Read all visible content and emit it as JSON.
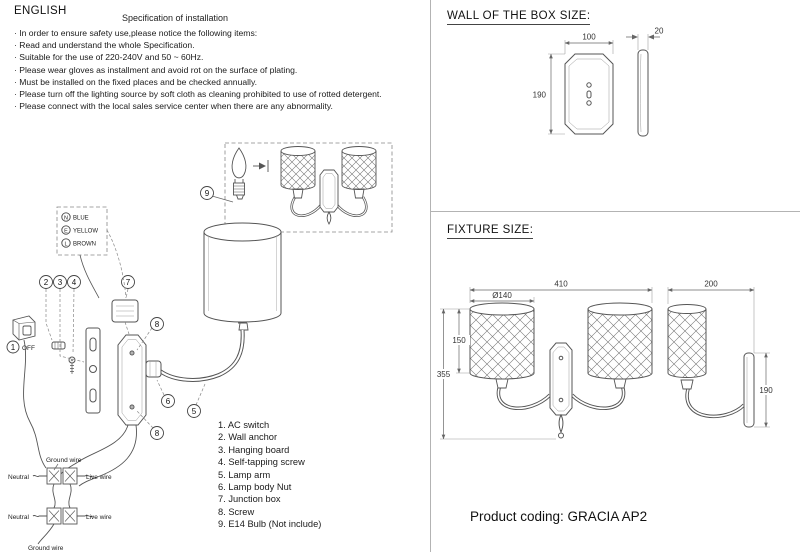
{
  "left": {
    "language": "ENGLISH",
    "spec_title": "Specification of installation",
    "instructions": [
      "· In order to ensure safety use,please notice the following items:",
      "· Read and understand the whole Specification.",
      "· Suitable for the use of 220-240V and 50 ~ 60Hz.",
      "· Please wear gloves as installment and avoid rot on the surface of plating.",
      "· Must be installed on the fixed places and be checked annually.",
      "· Please turn off the lighting source by soft cloth as cleaning prohibited to use of rotted detergent.",
      "· Please connect with the local sales service center when there are any abnormality."
    ],
    "parts": [
      "1. AC switch",
      "2. Wall anchor",
      "3. Hanging board",
      "4. Self-tapping screw",
      "5. Lamp arm",
      "6. Lamp body Nut",
      "7. Junction box",
      "8. Screw",
      "9. E14 Bulb (Not include)"
    ],
    "diagram": {
      "off_label": "OFF",
      "wire_box": {
        "rows": [
          {
            "symbol": "N",
            "label": "BLUE"
          },
          {
            "symbol": "E",
            "label": "YELLOW"
          },
          {
            "symbol": "L",
            "label": "BROWN"
          }
        ]
      },
      "wires": {
        "ground": "Ground wire",
        "neutral": "Neutral",
        "live": "Live wire"
      },
      "callouts": {
        "k1": "1",
        "k2": "2",
        "k3": "3",
        "k4": "4",
        "k5": "5",
        "k6": "6",
        "k7": "7",
        "k8": "8",
        "k9": "9"
      }
    }
  },
  "right": {
    "wall_box": {
      "title": "WALL OF THE BOX SIZE:",
      "dim_width": "100",
      "dim_depth": "20",
      "dim_height": "190"
    },
    "fixture": {
      "title": "FIXTURE SIZE:",
      "dim_width": "410",
      "dim_shade_diameter": "Ø140",
      "dim_shade_height": "150",
      "dim_total_height": "355",
      "dim_side_depth": "200",
      "dim_side_height": "190"
    },
    "product_coding": "Product coding: GRACIA AP2"
  }
}
